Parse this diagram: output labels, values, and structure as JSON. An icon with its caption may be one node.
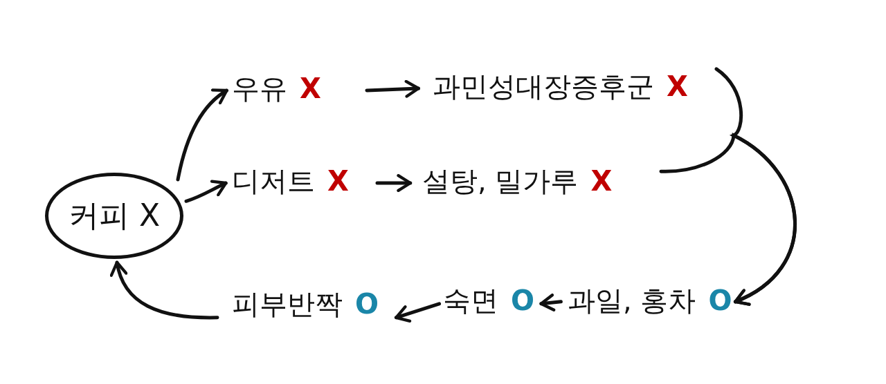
{
  "diagram": {
    "nodes": [
      {
        "text": [
          "커피 X"
        ]
      },
      {
        "text": [
          "우유",
          "X"
        ]
      },
      {
        "text": [
          "과민성대장증후군",
          "X"
        ]
      },
      {
        "text": [
          "디저트",
          "X"
        ]
      },
      {
        "text": [
          "설탕, 밀가루",
          "X"
        ]
      },
      {
        "text": [
          "피부반짝",
          "O"
        ]
      },
      {
        "text": [
          "숙면",
          "O"
        ]
      },
      {
        "text": [
          "과일, 홍차",
          "O"
        ]
      }
    ],
    "edges": [
      {
        "from": 0,
        "to": 1,
        "arrow": "to"
      },
      {
        "from": 0,
        "to": 3,
        "arrow": "to"
      },
      {
        "from": 1,
        "to": 2,
        "arrow": "to"
      },
      {
        "from": 3,
        "to": 4,
        "arrow": "to"
      },
      {
        "from": 2,
        "to": 7,
        "arrow": "to"
      },
      {
        "from": 4,
        "to": 7,
        "arrow": "to"
      },
      {
        "from": 7,
        "to": 6,
        "arrow": "to"
      },
      {
        "from": 6,
        "to": 5,
        "arrow": "to"
      },
      {
        "from": 5,
        "to": 0,
        "arrow": "to"
      }
    ]
  }
}
